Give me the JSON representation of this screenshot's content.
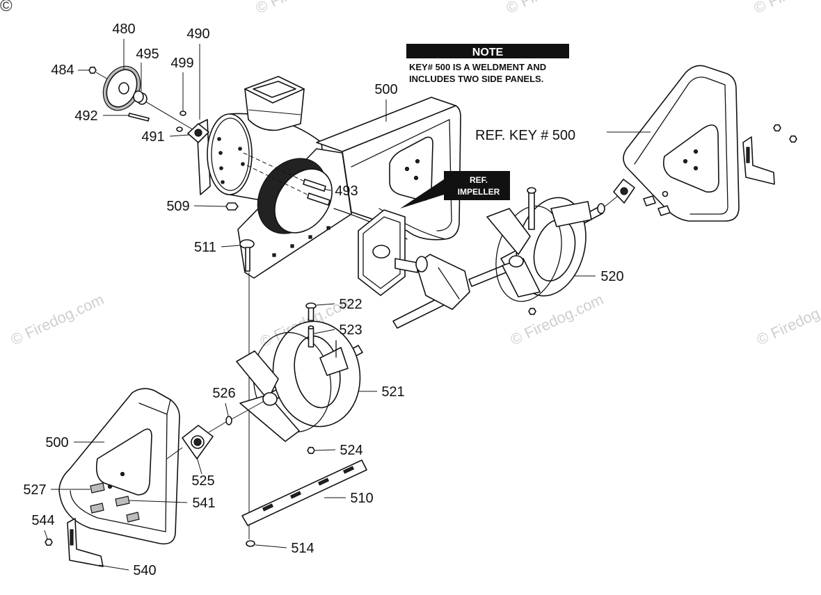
{
  "diagram": {
    "copyright_mark": "©",
    "watermark": "© Firedog.com",
    "note": {
      "heading": "NOTE",
      "line1": "KEY# 500 IS A WELDMENT AND",
      "line2": "INCLUDES TWO SIDE PANELS."
    },
    "ref_key_label": "REF. KEY # 500",
    "ref_impeller": {
      "line1": "REF.",
      "line2": "IMPELLER"
    },
    "callouts": [
      "480",
      "490",
      "484",
      "495",
      "499",
      "492",
      "491",
      "500",
      "493",
      "509",
      "511",
      "520",
      "522",
      "523",
      "521",
      "526",
      "500",
      "524",
      "525",
      "527",
      "541",
      "510",
      "544",
      "540",
      "514"
    ]
  }
}
